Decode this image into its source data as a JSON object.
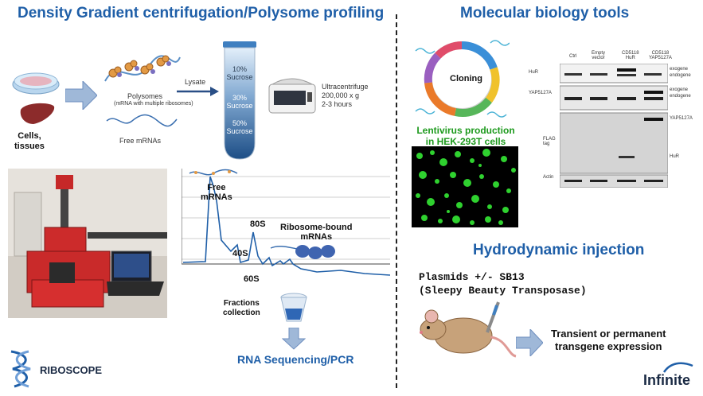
{
  "left": {
    "title": "Density Gradient centrifugation/Polysome profiling",
    "cells_label": "Cells,\ntissues",
    "polysomes_label": "Polysomes",
    "polysomes_sub": "(mRNA with multiple ribosomes)",
    "free_mrnas_small": "Free mRNAs",
    "lysate_label": "Lysate",
    "sucrose": [
      {
        "pct": "10%",
        "name": "Sucrose"
      },
      {
        "pct": "30%",
        "name": "Sucrose"
      },
      {
        "pct": "50%",
        "name": "Sucrose"
      }
    ],
    "ultracentrifuge": [
      "Ultracentrifuge",
      "200,000 x g",
      "2-3 hours"
    ],
    "profile_labels": {
      "free": "Free\nmRNAs",
      "s80": "80S",
      "s40": "40S",
      "s60": "60S",
      "bound": "Ribosome-bound\nmRNAs"
    },
    "fractions_label": "Fractions\ncollection",
    "rna_seq_label": "RNA Sequencing/PCR",
    "logo_text": "RIBOSCOPE"
  },
  "right": {
    "title": "Molecular biology tools",
    "cloning_label": "Cloning",
    "lentivirus_label": "Lentivirus production\nin HEK-293T cells",
    "blot": {
      "columns": [
        "Ctrl",
        "Empty\nvector",
        "CD5118\nHuR",
        "CD5118\nYAP5127A"
      ],
      "rows": [
        "HuR",
        "YAP5127A",
        "FLAG\ntag",
        "Actin"
      ],
      "right_tags": [
        "exogene",
        "endogene",
        "exogene",
        "endogene",
        "YAP5127A",
        "HuR"
      ]
    },
    "hydro_title": "Hydrodynamic injection",
    "plasmids_label": "Plasmids +/- SB13\n(Sleepy Beauty Transposase)",
    "transgene_label": "Transient or permanent\ntransgene expression",
    "logo_text": "Infinite"
  },
  "colors": {
    "title_blue": "#1f5fa8",
    "green": "#1d9a1d",
    "arrow": "#9fb8d8"
  }
}
